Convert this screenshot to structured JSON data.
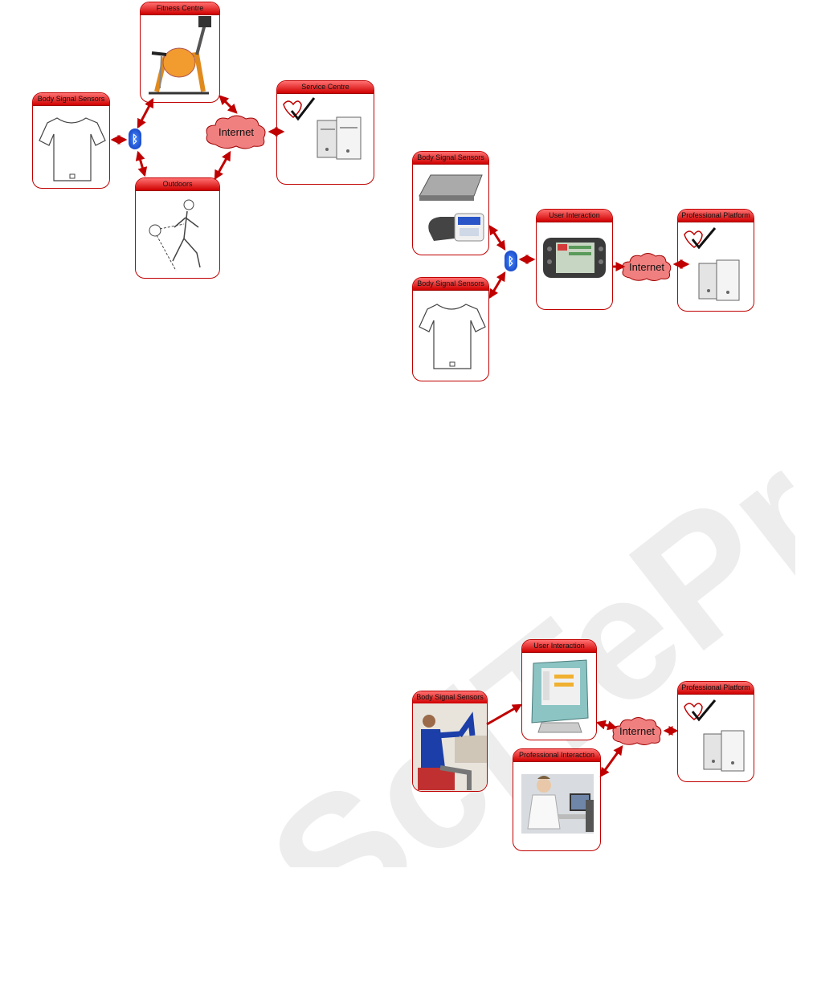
{
  "diagram_1": {
    "fitness": "Fitness Centre",
    "body": "Body Signal Sensors",
    "service": "Service Centre",
    "outdoors": "Outdoors",
    "internet": "Internet"
  },
  "diagram_2": {
    "body_top": "Body Signal Sensors",
    "body_bottom": "Body Signal Sensors",
    "user": "User Interaction",
    "professional_platform": "Professional Platform",
    "internet": "Internet"
  },
  "diagram_3": {
    "body": "Body Signal Sensors",
    "user": "User Interaction",
    "professional_interaction": "Professional Interaction",
    "professional_platform": "Professional Platform",
    "internet": "Internet"
  },
  "watermark": "SciTePress",
  "colors": {
    "accent": "#c00000",
    "header": "#e03030",
    "cloud": "#f08080",
    "bluetooth": "#1446d8"
  },
  "icons": [
    "bluetooth-icon",
    "server-icon",
    "checkmark-icon",
    "tshirt-icon",
    "bike-icon",
    "runner-icon",
    "scale-icon",
    "blood-pressure-icon",
    "tablet-icon",
    "monitor-icon"
  ]
}
